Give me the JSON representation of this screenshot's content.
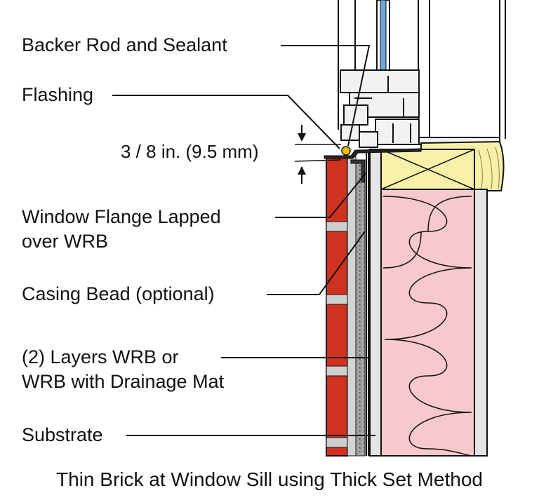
{
  "labels": {
    "backer_rod": "Backer Rod and Sealant",
    "flashing": "Flashing",
    "gap": "3 / 8 in. (9.5 mm)",
    "window_flange_line1": "Window Flange Lapped",
    "window_flange_line2": "over WRB",
    "casing_bead": "Casing Bead (optional)",
    "wrb_line1": "(2) Layers WRB or",
    "wrb_line2": "WRB with Drainage Mat",
    "substrate": "Substrate"
  },
  "caption": "Thin Brick at Window Sill using Thick Set Method",
  "colors": {
    "brick": "#d1321f",
    "mortar": "#cfcfcf",
    "scratch_coat": "#9a9a9a",
    "insulation": "#f7c9cc",
    "header_wood": "#f7f0a8",
    "frame": "#f2f2f2",
    "sealant_bead": "#f2c200",
    "glass": "#6fa8d8",
    "outline": "#111111"
  }
}
